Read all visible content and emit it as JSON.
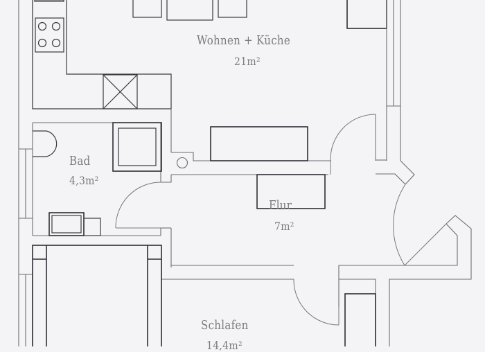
{
  "plan": {
    "type": "floor-plan",
    "colors": {
      "background": "#f4f3f6",
      "walls": "#6d6d72",
      "furniture": "#2e2e33",
      "text": "#7a7a80"
    },
    "rooms": [
      {
        "id": "wohnen",
        "name": "Wohnen + Küche",
        "area": "21m²"
      },
      {
        "id": "bad",
        "name": "Bad",
        "area": "4,3m²"
      },
      {
        "id": "flur",
        "name": "Flur",
        "area": "7m²"
      },
      {
        "id": "schlafen",
        "name": "Schlafen",
        "area": "14,4m²"
      }
    ]
  }
}
